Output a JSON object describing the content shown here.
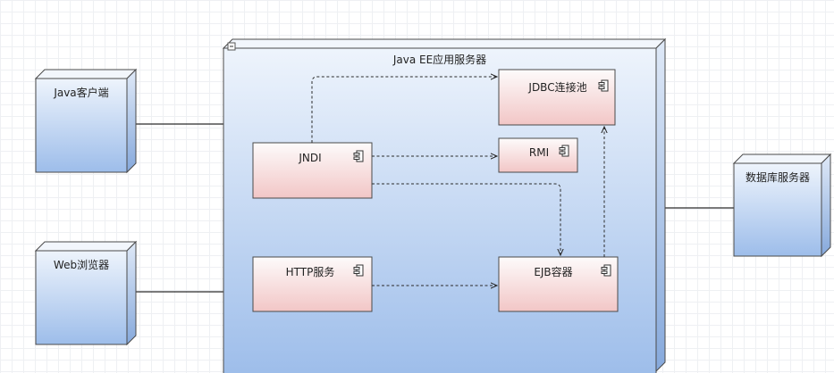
{
  "colors": {
    "node_top": "#eef4fc",
    "node_bottom": "#9dbdea",
    "component_top": "#fdfbfb",
    "component_bottom": "#f2c6c6",
    "border": "#4a4a4a",
    "connector": "#2a2a2a"
  },
  "nodes": {
    "java_client": "Java客户端",
    "web_browser": "Web浏览器",
    "app_server": "Java EE应用服务器",
    "db_server": "数据库服务器"
  },
  "components": {
    "jdbc_pool": "JDBC连接池",
    "rmi": "RMI",
    "jndi": "JNDI",
    "http_service": "HTTP服务",
    "ejb_container": "EJB容器"
  },
  "icons": {
    "component": "uml-component-icon",
    "collapse": "collapse-toggle-icon"
  }
}
